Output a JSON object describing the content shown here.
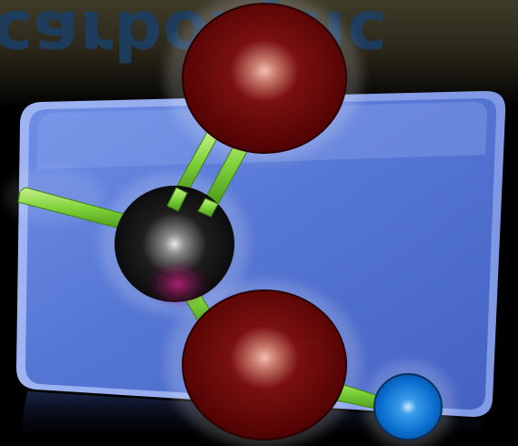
{
  "banner": {
    "mirrored_text": "carboxylic"
  },
  "colors": {
    "card": "#4f6fcf",
    "card_edge": "#8ea6ee",
    "oxygen": "#5a0000",
    "carbon": "#111111",
    "hydrogen": "#0a6fd0",
    "bond": "#7ed23a",
    "background": "#000000"
  },
  "molecule": {
    "atoms": [
      {
        "name": "oxygen-atom-top",
        "element": "O"
      },
      {
        "name": "carbon-atom-center",
        "element": "C"
      },
      {
        "name": "oxygen-atom-bottom",
        "element": "O"
      },
      {
        "name": "hydrogen-atom",
        "element": "H"
      }
    ]
  }
}
